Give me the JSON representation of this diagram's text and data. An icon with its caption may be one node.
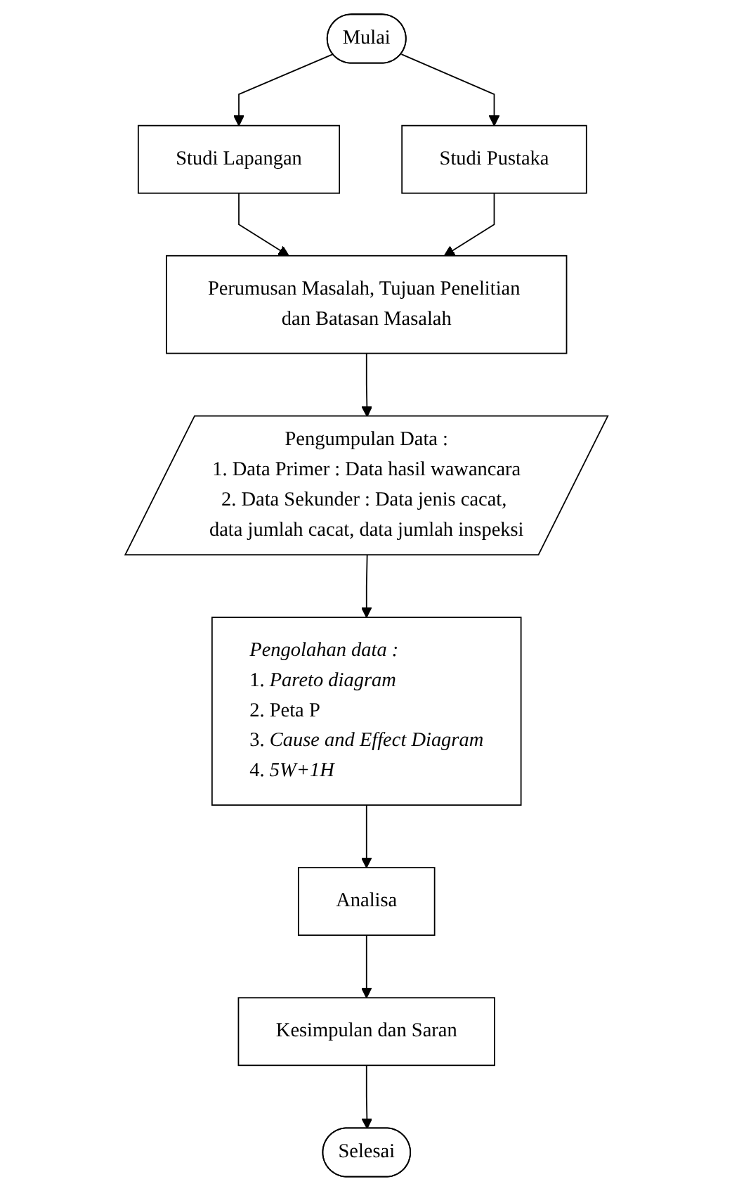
{
  "diagram": {
    "nodes": [
      {
        "text": [
          "Mulai"
        ]
      },
      {
        "text": [
          "Studi Lapangan"
        ]
      },
      {
        "text": [
          "Studi Pustaka"
        ]
      },
      {
        "text": [
          "Perumusan Masalah, Tujuan Penelitian dan Batasan Masalah"
        ]
      },
      {
        "text": [
          "Pengumpulan Data :",
          "1. Data Primer : Data hasil wawancara",
          "2. Data Sekunder : Data jenis cacat, data jumlah cacat, data jumlah inspeksi"
        ]
      },
      {
        "text": [
          "Pengolahan data :",
          "1. *Pareto diagram*",
          "2. Peta P",
          "3. *Cause and Effect Diagram*",
          "4. *5W+1H*"
        ]
      },
      {
        "text": [
          "Analisa"
        ]
      },
      {
        "text": [
          "Kesimpulan dan Saran"
        ]
      },
      {
        "text": [
          "Selesai"
        ]
      }
    ],
    "edges": [
      {
        "from": 0,
        "to": 1,
        "arrow": "to"
      },
      {
        "from": 0,
        "to": 2,
        "arrow": "to"
      },
      {
        "from": 1,
        "to": 3,
        "arrow": "to"
      },
      {
        "from": 2,
        "to": 3,
        "arrow": "to"
      },
      {
        "from": 3,
        "to": 4,
        "arrow": "to"
      },
      {
        "from": 4,
        "to": 5,
        "arrow": "to"
      },
      {
        "from": 5,
        "to": 6,
        "arrow": "to"
      },
      {
        "from": 6,
        "to": 7,
        "arrow": "to"
      },
      {
        "from": 7,
        "to": 8,
        "arrow": "to"
      }
    ]
  }
}
